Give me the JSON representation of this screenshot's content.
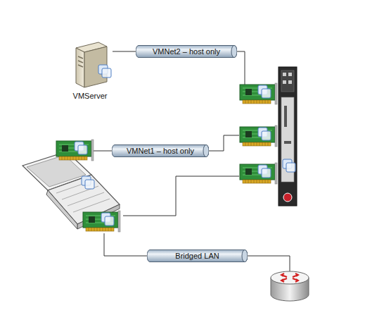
{
  "diagram": {
    "nodes": [
      {
        "text": [
          "VMServer"
        ]
      },
      {
        "text": [
          "VMNet2 – host only"
        ]
      },
      {
        "text": [
          "VMNet1 – host only"
        ]
      },
      {
        "text": [
          "Bridged LAN"
        ]
      }
    ],
    "edges": [
      {
        "from": 0,
        "to": 1,
        "arrow": "none"
      }
    ]
  }
}
